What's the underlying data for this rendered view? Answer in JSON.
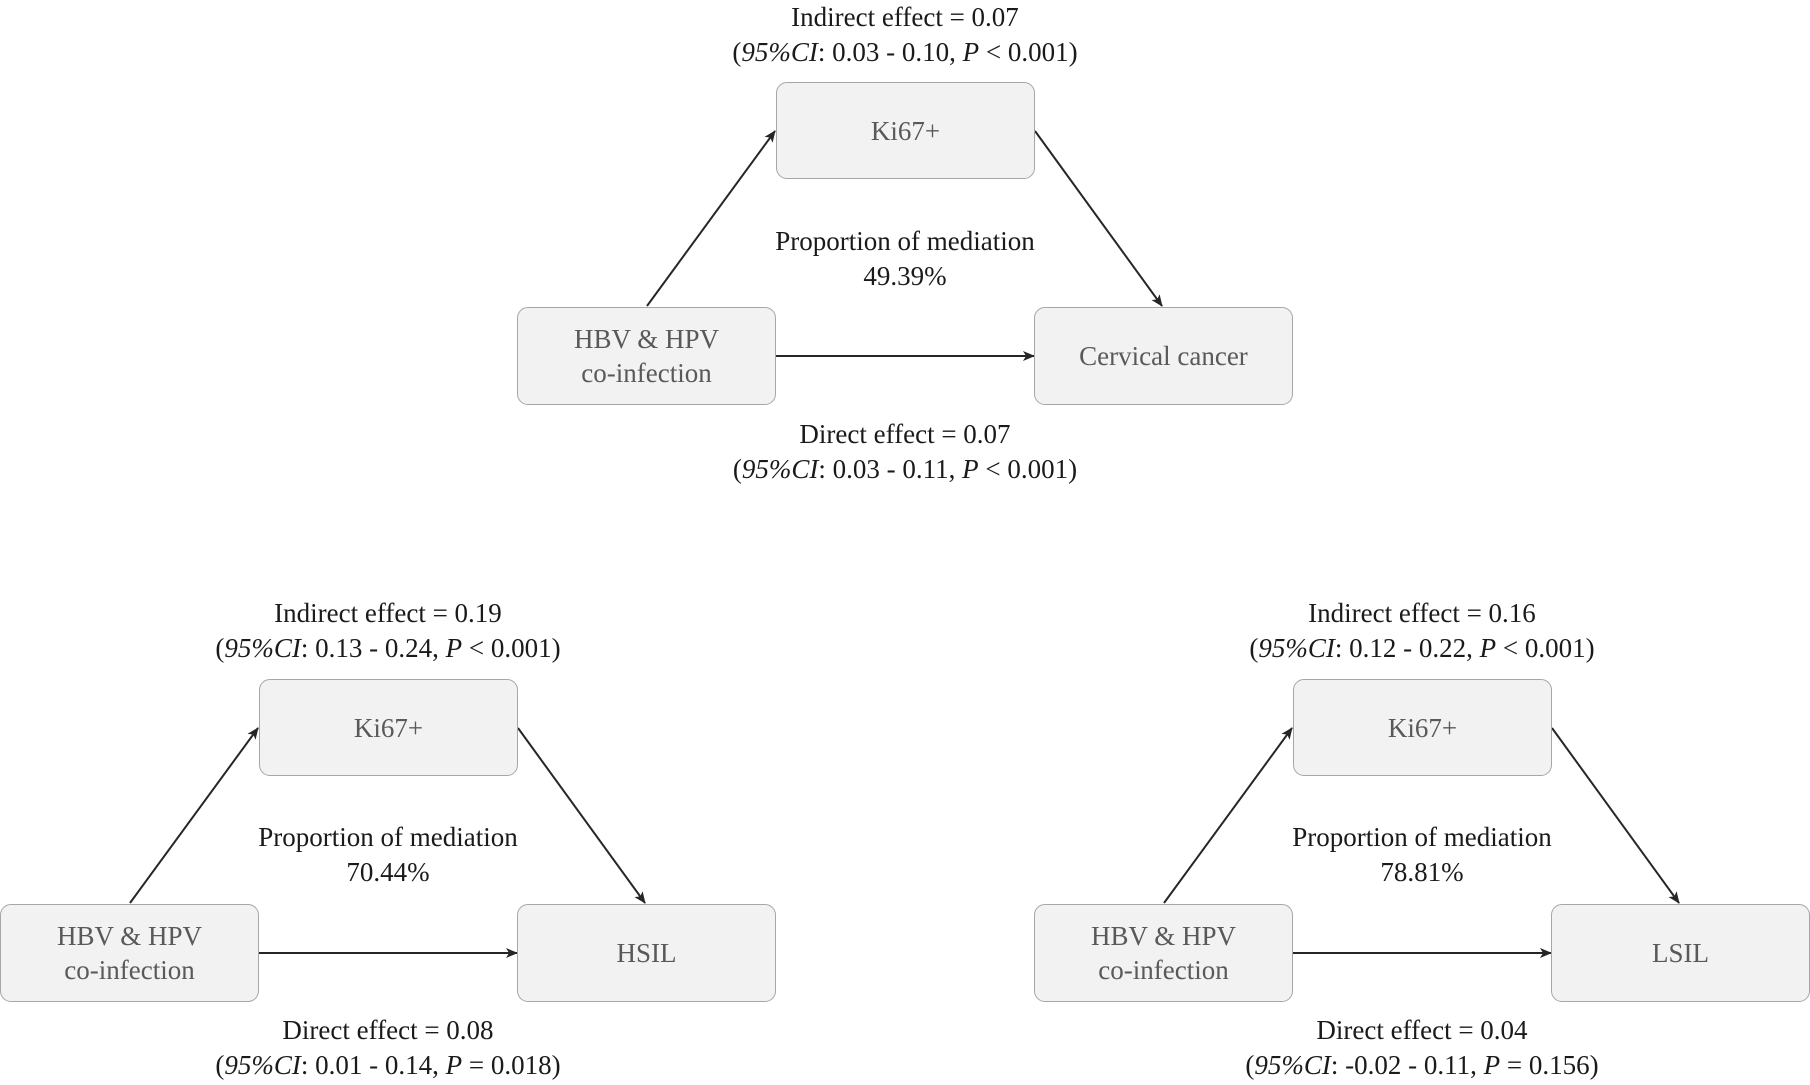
{
  "panels": [
    {
      "mediator": "Ki67+",
      "exposure_line1": "HBV & HPV",
      "exposure_line2": "co-infection",
      "outcome": "Cervical cancer",
      "indirect": {
        "title": "Indirect effect = 0.07",
        "ci_label": "95%CI",
        "ci_text": ": 0.03 - 0.10, ",
        "p_label": "P",
        "p_text": " < 0.001",
        "open": "(",
        "close": ")"
      },
      "mediation": {
        "title": "Proportion of mediation",
        "value": "49.39%"
      },
      "direct": {
        "title": "Direct effect = 0.07",
        "ci_label": "95%CI",
        "ci_text": ": 0.03 - 0.11, ",
        "p_label": "P",
        "p_text": " < 0.001",
        "open": "(",
        "close": ")"
      }
    },
    {
      "mediator": "Ki67+",
      "exposure_line1": "HBV & HPV",
      "exposure_line2": "co-infection",
      "outcome": "HSIL",
      "indirect": {
        "title": "Indirect effect = 0.19",
        "ci_label": "95%CI",
        "ci_text": ": 0.13 - 0.24, ",
        "p_label": "P",
        "p_text": " < 0.001",
        "open": "(",
        "close": ")"
      },
      "mediation": {
        "title": "Proportion of mediation",
        "value": "70.44%"
      },
      "direct": {
        "title": "Direct effect = 0.08",
        "ci_label": "95%CI",
        "ci_text": ": 0.01 - 0.14, ",
        "p_label": "P",
        "p_text": " = 0.018",
        "open": "(",
        "close": ")"
      }
    },
    {
      "mediator": "Ki67+",
      "exposure_line1": "HBV & HPV",
      "exposure_line2": "co-infection",
      "outcome": "LSIL",
      "indirect": {
        "title": "Indirect effect = 0.16",
        "ci_label": "95%CI",
        "ci_text": ": 0.12 - 0.22, ",
        "p_label": "P",
        "p_text": " < 0.001",
        "open": "(",
        "close": ")"
      },
      "mediation": {
        "title": "Proportion of mediation",
        "value": "78.81%"
      },
      "direct": {
        "title": "Direct effect = 0.04",
        "ci_label": "95%CI",
        "ci_text": ": -0.02 - 0.11, ",
        "p_label": "P",
        "p_text": " = 0.156",
        "open": "(",
        "close": ")"
      }
    }
  ],
  "colors": {
    "box_fill": "#f2f2f2",
    "box_border": "#a6a6a6",
    "box_text": "#595959",
    "label_text": "#1a1a1a",
    "arrow": "#262626"
  }
}
